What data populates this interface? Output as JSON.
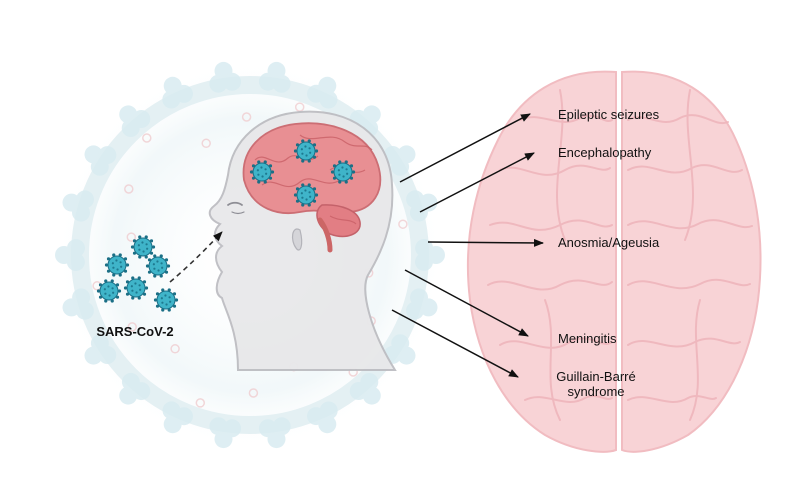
{
  "virus_label": "SARS-CoV-2",
  "outcomes": [
    {
      "label": "Epileptic seizures"
    },
    {
      "label": "Encephalopathy"
    },
    {
      "label": "Anosmia/Ageusia"
    },
    {
      "label": "Meningitis"
    },
    {
      "label": "Guillain-Barré",
      "label2": "syndrome"
    }
  ],
  "colors": {
    "virus_fill": "#3fb4c9",
    "virus_spike": "#1b6f86",
    "brain_small": "#e88f93",
    "brain_big": "#f8d3d6",
    "brain_big_stroke": "#f1bcc1",
    "head_fill": "#e8e8ea",
    "head_stroke": "#bdbdc2",
    "backdrop_virus": "#d6ebf0",
    "text": "#111111"
  }
}
